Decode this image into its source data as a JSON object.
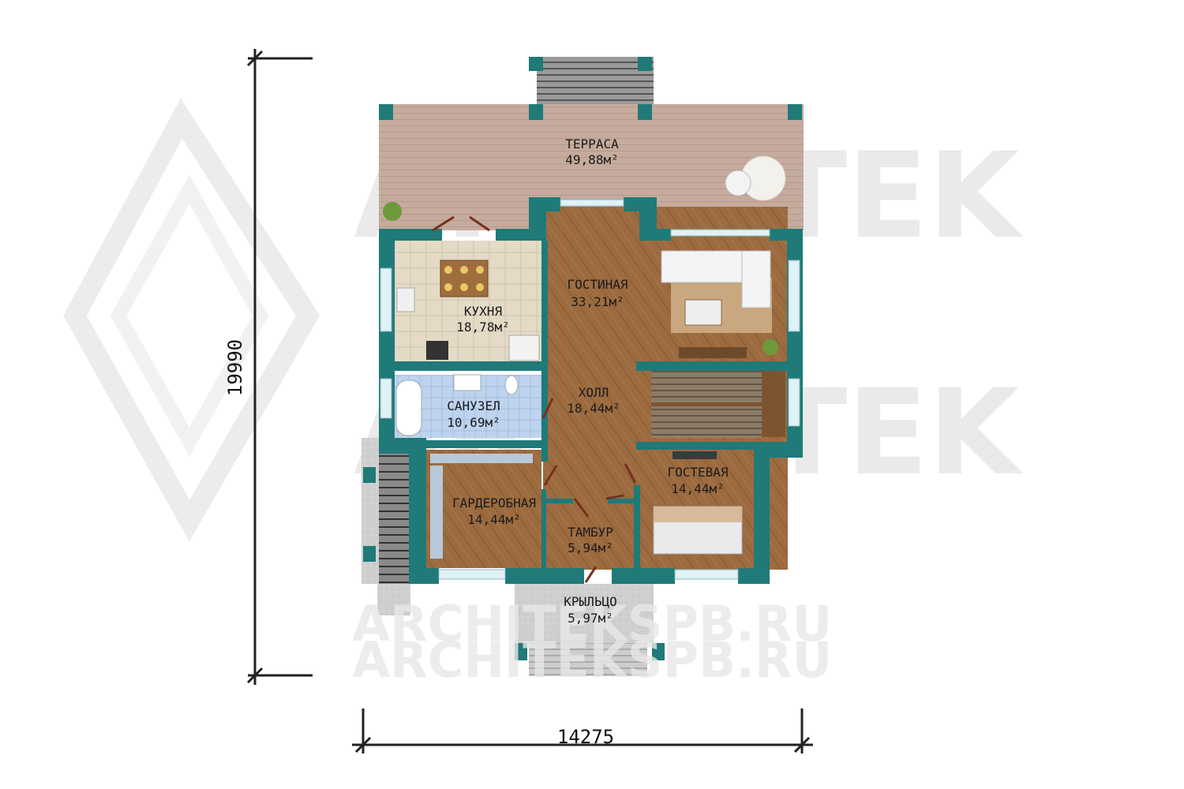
{
  "watermark": {
    "brand_line_1": "ARCHITEK",
    "brand_line_2": "ARCHITEK",
    "site_line_1": "ARCHITEKSPB.RU",
    "site_line_2": "ARCHITEKSPB.RU"
  },
  "dimensions": {
    "height": "19990",
    "width": "14275"
  },
  "rooms": {
    "terrace": {
      "name": "ТЕРРАСА",
      "area": "49,88м²"
    },
    "kitchen": {
      "name": "КУХНЯ",
      "area": "18,78м²"
    },
    "living": {
      "name": "ГОСТИНАЯ",
      "area": "33,21м²"
    },
    "hall": {
      "name": "ХОЛЛ",
      "area": "18,44м²"
    },
    "bathroom": {
      "name": "САНУЗЕЛ",
      "area": "10,69м²"
    },
    "wardrobe": {
      "name": "ГАРДЕРОБНАЯ",
      "area": "14,44м²"
    },
    "guest": {
      "name": "ГОСТЕВАЯ",
      "area": "14,44м²"
    },
    "vestibule": {
      "name": "ТАМБУР",
      "area": "5,94м²"
    },
    "porch": {
      "name": "КРЫЛЬЦО",
      "area": "5,97м²"
    }
  },
  "colors": {
    "wall": "#1f7a78",
    "wall_dark": "#145a58",
    "terrace_deck": "#c4ab9e",
    "wood_floor": "#9a6a3e",
    "kitchen_tile": "#e6ddca",
    "bath_tile": "#bcd2ec",
    "stone": "#c9c9c9"
  }
}
